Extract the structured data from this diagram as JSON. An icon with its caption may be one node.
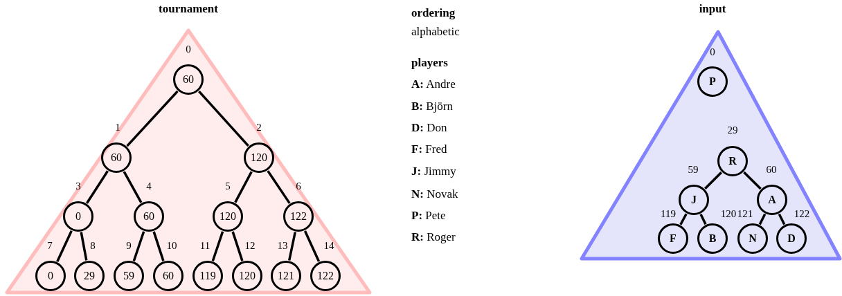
{
  "diagram": {
    "nodes": [
      {
        "text": [
          "tournament"
        ]
      },
      {
        "text": [
          "60"
        ],
        "beside": [
          "0"
        ],
        "in": 0
      },
      {
        "text": [
          "60"
        ],
        "beside": [
          "1"
        ],
        "in": 0
      },
      {
        "text": [
          "120"
        ],
        "beside": [
          "2"
        ],
        "in": 0
      },
      {
        "text": [
          "0"
        ],
        "beside": [
          "3"
        ],
        "in": 0
      },
      {
        "text": [
          "60"
        ],
        "beside": [
          "4"
        ],
        "in": 0
      },
      {
        "text": [
          "120"
        ],
        "beside": [
          "5"
        ],
        "in": 0
      },
      {
        "text": [
          "122"
        ],
        "beside": [
          "6"
        ],
        "in": 0
      },
      {
        "text": [
          "0"
        ],
        "beside": [
          "7"
        ],
        "in": 0
      },
      {
        "text": [
          "29"
        ],
        "beside": [
          "8"
        ],
        "in": 0
      },
      {
        "text": [
          "59"
        ],
        "beside": [
          "9"
        ],
        "in": 0
      },
      {
        "text": [
          "60"
        ],
        "beside": [
          "10"
        ],
        "in": 0
      },
      {
        "text": [
          "119"
        ],
        "beside": [
          "11"
        ],
        "in": 0
      },
      {
        "text": [
          "120"
        ],
        "beside": [
          "12"
        ],
        "in": 0
      },
      {
        "text": [
          "121"
        ],
        "beside": [
          "13"
        ],
        "in": 0
      },
      {
        "text": [
          "122"
        ],
        "beside": [
          "14"
        ],
        "in": 0
      },
      {
        "text": [
          "input"
        ]
      },
      {
        "text": [
          "P"
        ],
        "beside": [
          "0"
        ],
        "in": 16
      },
      {
        "text": [
          "R"
        ],
        "beside": [
          "29"
        ],
        "in": 16
      },
      {
        "text": [
          "J"
        ],
        "beside": [
          "59"
        ],
        "in": 16
      },
      {
        "text": [
          "A"
        ],
        "beside": [
          "60"
        ],
        "in": 16
      },
      {
        "text": [
          "F"
        ],
        "beside": [
          "119"
        ],
        "in": 16
      },
      {
        "text": [
          "B"
        ],
        "beside": [
          "120"
        ],
        "in": 16
      },
      {
        "text": [
          "N"
        ],
        "beside": [
          "121"
        ],
        "in": 16
      },
      {
        "text": [
          "D"
        ],
        "beside": [
          "122"
        ],
        "in": 16
      }
    ],
    "edges": [
      {
        "from": 1,
        "to": 2,
        "arrow": "none"
      },
      {
        "from": 1,
        "to": 3,
        "arrow": "none"
      },
      {
        "from": 2,
        "to": 4,
        "arrow": "none"
      },
      {
        "from": 2,
        "to": 5,
        "arrow": "none"
      },
      {
        "from": 3,
        "to": 6,
        "arrow": "none"
      },
      {
        "from": 3,
        "to": 7,
        "arrow": "none"
      },
      {
        "from": 4,
        "to": 8,
        "arrow": "none"
      },
      {
        "from": 4,
        "to": 9,
        "arrow": "none"
      },
      {
        "from": 5,
        "to": 10,
        "arrow": "none"
      },
      {
        "from": 5,
        "to": 11,
        "arrow": "none"
      },
      {
        "from": 6,
        "to": 12,
        "arrow": "none"
      },
      {
        "from": 6,
        "to": 13,
        "arrow": "none"
      },
      {
        "from": 7,
        "to": 14,
        "arrow": "none"
      },
      {
        "from": 7,
        "to": 15,
        "arrow": "none"
      },
      {
        "from": 18,
        "to": 19,
        "arrow": "none"
      },
      {
        "from": 18,
        "to": 20,
        "arrow": "none"
      },
      {
        "from": 19,
        "to": 21,
        "arrow": "none"
      },
      {
        "from": 19,
        "to": 22,
        "arrow": "none"
      },
      {
        "from": 20,
        "to": 23,
        "arrow": "none"
      },
      {
        "from": 20,
        "to": 24,
        "arrow": "none"
      }
    ],
    "labels": [
      "ordering",
      "alphabetic",
      "players",
      "**A:** Andre",
      "**B:** Björn",
      "**D:** Don",
      "**F:** Fred",
      "**J:** Jimmy",
      "**N:** Novak",
      "**P:** Pete",
      "**R:** Roger"
    ]
  }
}
